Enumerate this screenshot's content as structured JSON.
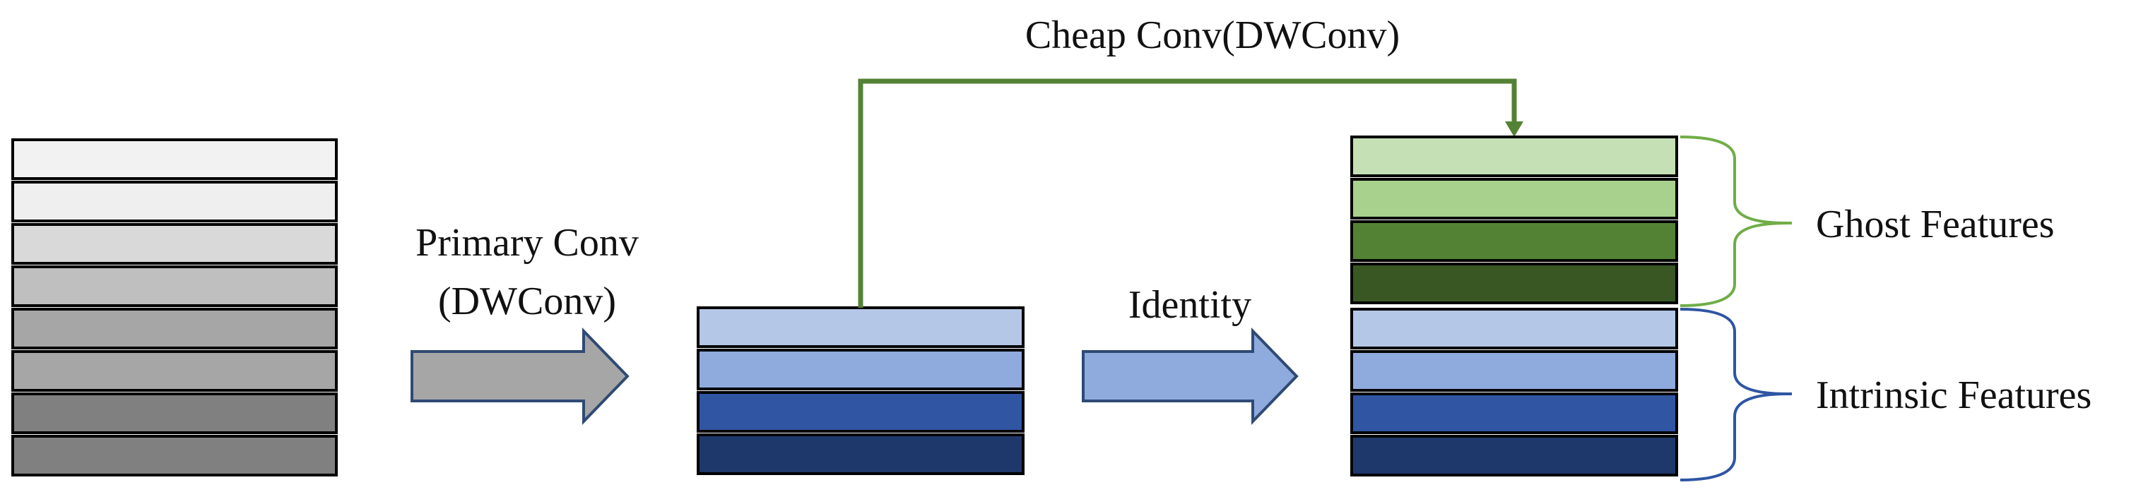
{
  "diagram": {
    "labels": {
      "primary_conv_line1": "Primary Conv",
      "primary_conv_line2": "(DWConv)",
      "cheap_conv": "Cheap Conv(DWConv)",
      "identity": "Identity",
      "ghost_features": "Ghost Features",
      "intrinsic_features": "Intrinsic Features"
    },
    "colors": {
      "input_stack": [
        "#f2f2f2",
        "#efefef",
        "#d9d9d9",
        "#bfbfbf",
        "#a6a6a6",
        "#a6a6a6",
        "#808080",
        "#808080"
      ],
      "intrinsic_stack": [
        "#b4c7e7",
        "#8faadc",
        "#2f55a3",
        "#1f386b"
      ],
      "ghost_stack": [
        "#c5e0b4",
        "#a9d18e",
        "#548235",
        "#385723"
      ],
      "primary_arrow": "#a6a6a6",
      "identity_arrow": "#8faadc",
      "cheap_conv_line": "#548235",
      "ghost_brace": "#70ad47",
      "intrinsic_brace": "#2f55a3"
    }
  }
}
